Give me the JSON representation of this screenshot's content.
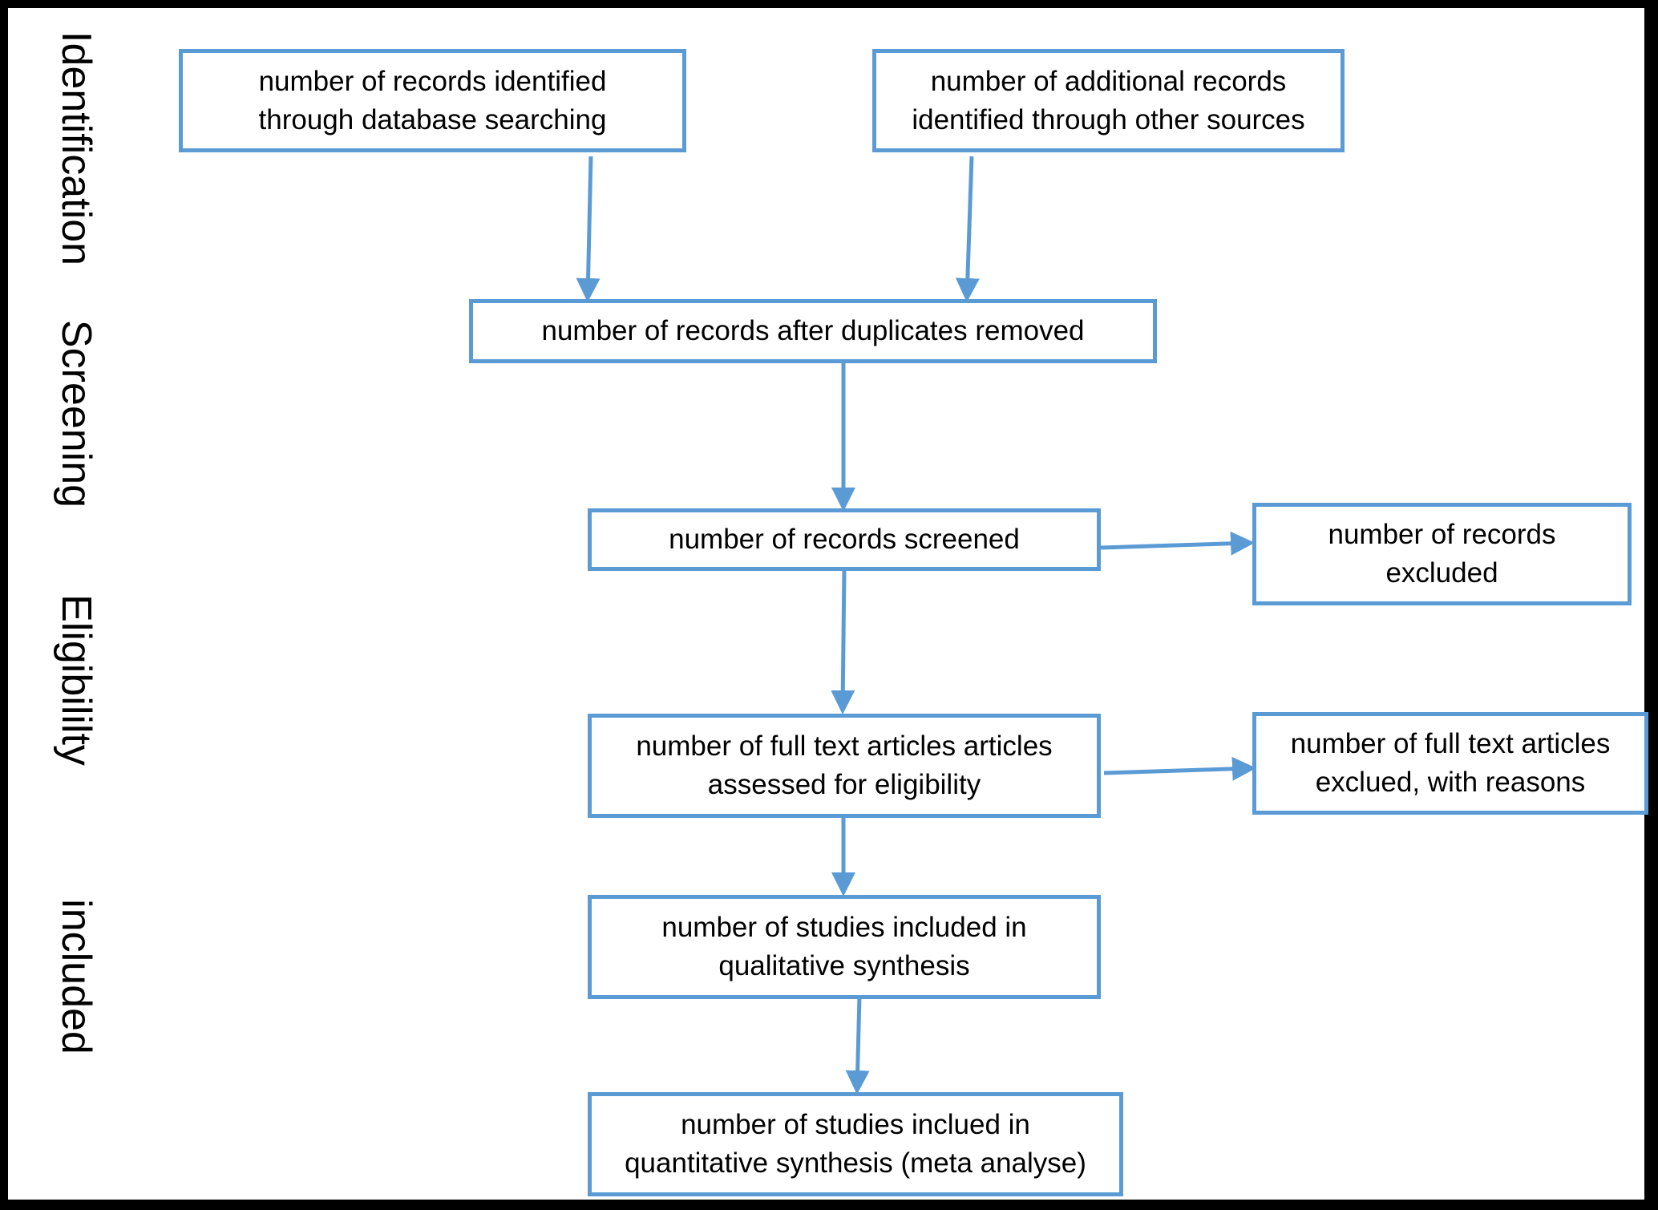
{
  "stages": {
    "identification": "Identification",
    "screening": "Screening",
    "eligibility": "Eligibililty",
    "included": "included"
  },
  "boxes": {
    "db_search": "number of records identified\nthrough database searching",
    "other_sources": "number of additional records\nidentified through other sources",
    "duplicates_removed": "number of records after duplicates removed",
    "screened": "number of records screened",
    "excluded": "number of records\nexcluded",
    "full_text_assessed": "number of full text articles articles\nassessed for eligibility",
    "full_text_excluded": "number of full text articles\nexclued, with reasons",
    "qualitative": "number of studies included in\nqualitative synthesis",
    "quantitative": "number of studies inclued in\nquantitative synthesis (meta analyse)"
  },
  "colors": {
    "border": "#5b9bd5",
    "arrow": "#5b9bd5",
    "frame": "#000000",
    "background": "#ffffff"
  }
}
